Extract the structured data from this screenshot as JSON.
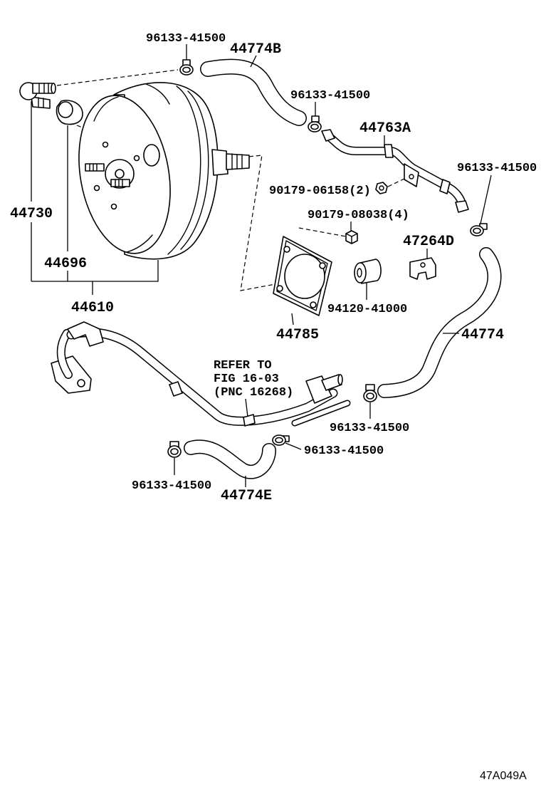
{
  "diagram": {
    "labels": {
      "clamp_top": "96133-41500",
      "hose_44774b": "44774B",
      "clamp_upper_mid": "96133-41500",
      "pipe_44763a": "44763A",
      "clamp_upper_right": "96133-41500",
      "bolt_90179_06158": "90179-06158(2)",
      "nut_90179_08038": "90179-08038(4)",
      "bracket_47264d": "47264D",
      "check_valve_44730": "44730",
      "grommet_44696": "44696",
      "booster_44610": "44610",
      "bushing_94120": "94120-41000",
      "gasket_44785": "44785",
      "hose_44774": "44774",
      "refer_line1": "REFER TO",
      "refer_line2": "FIG 16-03",
      "refer_line3": "(PNC 16268)",
      "clamp_lower_right": "96133-41500",
      "clamp_lower_mid": "96133-41500",
      "clamp_lower_left": "96133-41500",
      "hose_44774e": "44774E"
    },
    "figure_code": "47A049A"
  }
}
